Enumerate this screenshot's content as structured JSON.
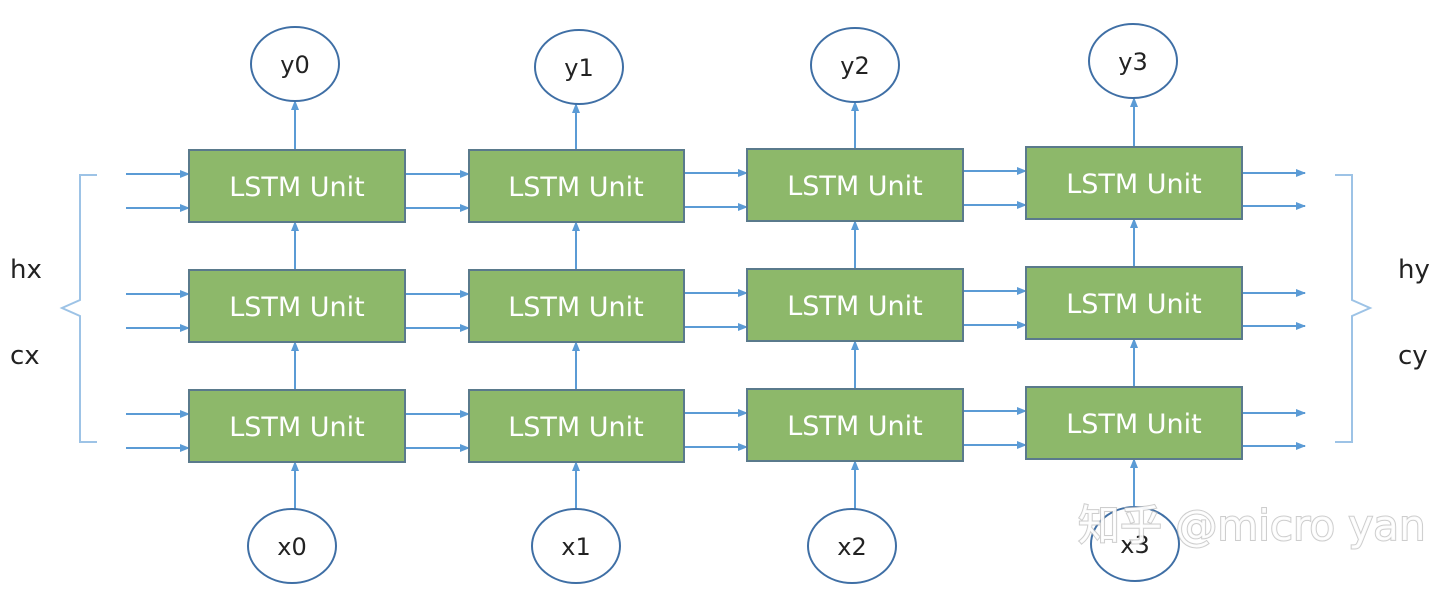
{
  "diagram": {
    "unit_label": "LSTM Unit",
    "outputs": [
      "y0",
      "y1",
      "y2",
      "y3"
    ],
    "inputs": [
      "x0",
      "x1",
      "x2",
      "x3"
    ],
    "left_labels": [
      "hx",
      "cx"
    ],
    "right_labels": [
      "hy",
      "cy"
    ],
    "layers": 3,
    "timesteps": 4
  },
  "watermark": {
    "text": "知乎 @micro yan"
  },
  "colors": {
    "unit_fill": "#8db86a",
    "unit_border": "#5a7a8c",
    "arrow": "#5b9bd5",
    "node_border": "#3f6fa5",
    "bracket": "#9dc3e6"
  }
}
